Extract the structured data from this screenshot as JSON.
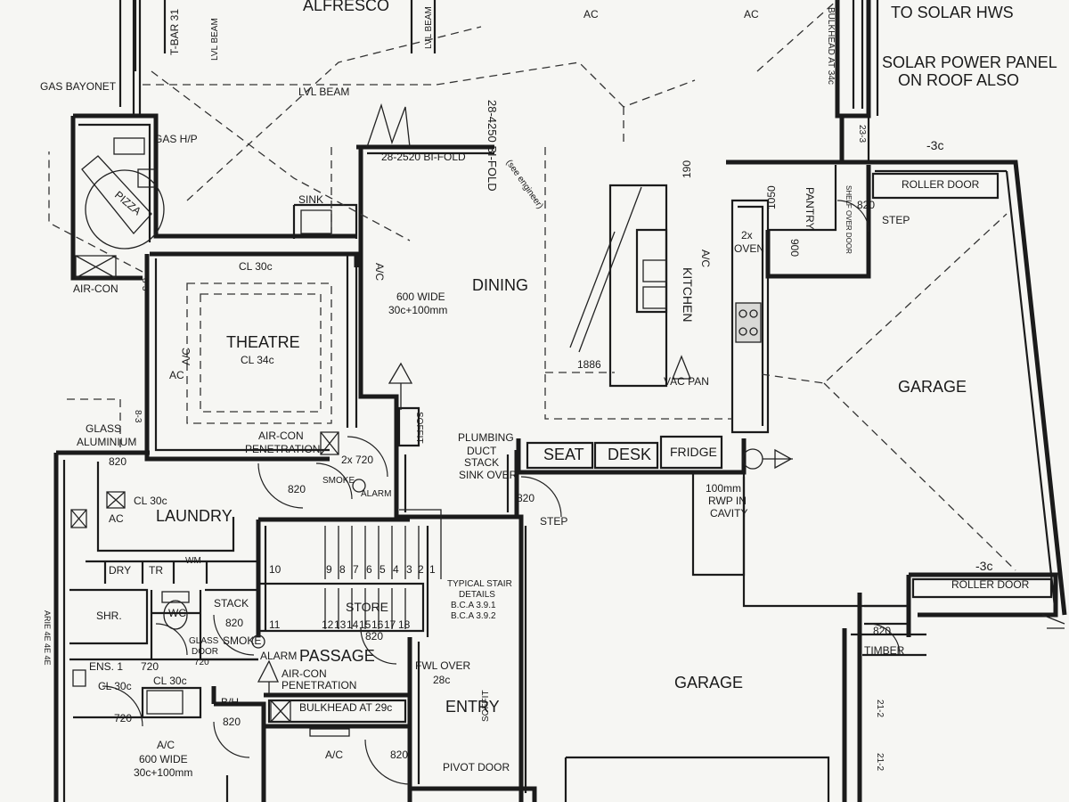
{
  "title": "",
  "labels": {
    "alfresco": "ALFRESCO",
    "tbar": "T-BAR 31",
    "lvl_beam_top_left": "LVL BEAM",
    "lvl_beam_top_mid": "LVL BEAM",
    "lvl_beam": "LVL BEAM",
    "bifold_4250": "28-4250 BI-FOLD",
    "ac_top_1": "AC",
    "ac_top_2": "AC",
    "bulkhead_34": "BULKHEAD AT 34c",
    "to_solar": "TO SOLAR HWS",
    "solar_panel_1": "SOLAR POWER PANEL",
    "solar_panel_2": "ON ROOF ALSO",
    "gas_bayonet": "GAS BAYONET",
    "gas_hp": "GAS H/P",
    "pizza": "PIZZA",
    "sink": "SINK",
    "bifold_2520": "28-2520 BI-FOLD",
    "see_engineer": "(see engineer)",
    "dim_190": "190",
    "dim_1050": "1050",
    "pantry": "PANTRY",
    "shelf_over_door": "SHELF OVER DOOR",
    "door_820_pantry": "820",
    "roller_door_top": "ROLLER DOOR",
    "step_top": "STEP",
    "dim_3c_top": "-3c",
    "dim_23_3": "23-3",
    "air_con_left": "AIR-CON",
    "dim_8_3a": "8-3",
    "cl_30c_theatre": "CL 30c",
    "ac_wall_dining": "A/C",
    "wide_600_dining_1": "600 WIDE",
    "wide_600_dining_2": "30c+100mm",
    "dining": "DINING",
    "ac_kitchen": "A/C",
    "oven_1": "2x",
    "oven_2": "OVEN",
    "dim_900": "900",
    "kitchen": "KITCHEN",
    "theatre": "THEATRE",
    "cl_34c": "CL 34c",
    "ac_theatre_wall": "A/C",
    "ac_theatre": "AC",
    "dim_1886": "1886",
    "vac_pan": "VAC PAN",
    "garage_right": "GARAGE",
    "glass_alum_1": "GLASS",
    "glass_alum_2": "ALUMINIUM",
    "dim_8_3b": "8-3",
    "aircon_pen_1a": "AIR-CON",
    "aircon_pen_1b": "PENETRATION",
    "door_2x720": "2x 720",
    "soffit_1": "SOFFIT",
    "plumbing_1": "PLUMBING",
    "plumbing_2": "DUCT",
    "plumbing_3": "STACK",
    "plumbing_4": "SINK OVER",
    "seat": "SEAT",
    "desk": "DESK",
    "fridge": "FRIDGE",
    "rwp_1": "100mm",
    "rwp_2": "RWP IN",
    "rwp_3": "CAVITY",
    "door_820_laundry": "820",
    "cl_30c_laundry": "CL 30c",
    "ac_laundry": "AC",
    "laundry": "LAUNDRY",
    "door_820_hall": "820",
    "smoke_alarm_1a": "SMOKE",
    "smoke_alarm_1b": "ALARM",
    "door_820_step": "820",
    "step_mid": "STEP",
    "dim_3c_mid": "-3c",
    "roller_door_mid": "ROLLER DOOR",
    "dry": "DRY",
    "tr": "TR",
    "wm": "WM",
    "stair_10": "10",
    "stair_top_nums": [
      "9",
      "8",
      "7",
      "6",
      "5",
      "4",
      "3",
      "2",
      "1"
    ],
    "stair_11": "11",
    "stair_bottom_nums": [
      "12",
      "13",
      "14",
      "15",
      "16",
      "17",
      "18"
    ],
    "store": "STORE",
    "door_820_store": "820",
    "stair_details_1": "TYPICAL STAIR",
    "stair_details_2": "DETAILS",
    "stair_details_3": "B.C.A 3.9.1",
    "stair_details_4": "B.C.A 3.9.2",
    "shr": "SHR.",
    "wc": "WC",
    "stack": "STACK",
    "door_820_wc": "820",
    "glass_door_1": "GLASS",
    "glass_door_2": "DOOR",
    "glass_door_3": "720",
    "smoke_alarm_2a": "SMOKE",
    "smoke_alarm_2b": "ALARM",
    "passage": "PASSAGE",
    "aircon_pen_2a": "AIR-CON",
    "aircon_pen_2b": "PENETRATION",
    "fwl_over_1": "FWL OVER",
    "fwl_over_2": "28c",
    "door_820_timber": "820",
    "timber": "TIMBER",
    "ens1": "ENS. 1",
    "door_720_ens": "720",
    "cl_30c_ens": "CL 30c",
    "cl_30c_ens2": "CL 30c",
    "bh": "B/H",
    "door_820_bh": "820",
    "bulkhead_29": "BULKHEAD AT 29c",
    "entry": "ENTRY",
    "soffit_2": "SOFFIT",
    "garage_mid": "GARAGE",
    "dim_21_2a": "21-2",
    "dim_21_2b": "21-2",
    "door_720_lower": "720",
    "ac_ens": "A/C",
    "wide_600_ens_1": "600 WIDE",
    "wide_600_ens_2": "30c+100mm",
    "ac_entry": "A/C",
    "door_820_entry": "820",
    "pivot_door": "PIVOT DOOR",
    "side_code": "ARIE 4E 4E 4E"
  },
  "colors": {
    "ink": "#1b1b1b",
    "paper": "#f6f6f3",
    "shade": "#d9d9d6"
  }
}
